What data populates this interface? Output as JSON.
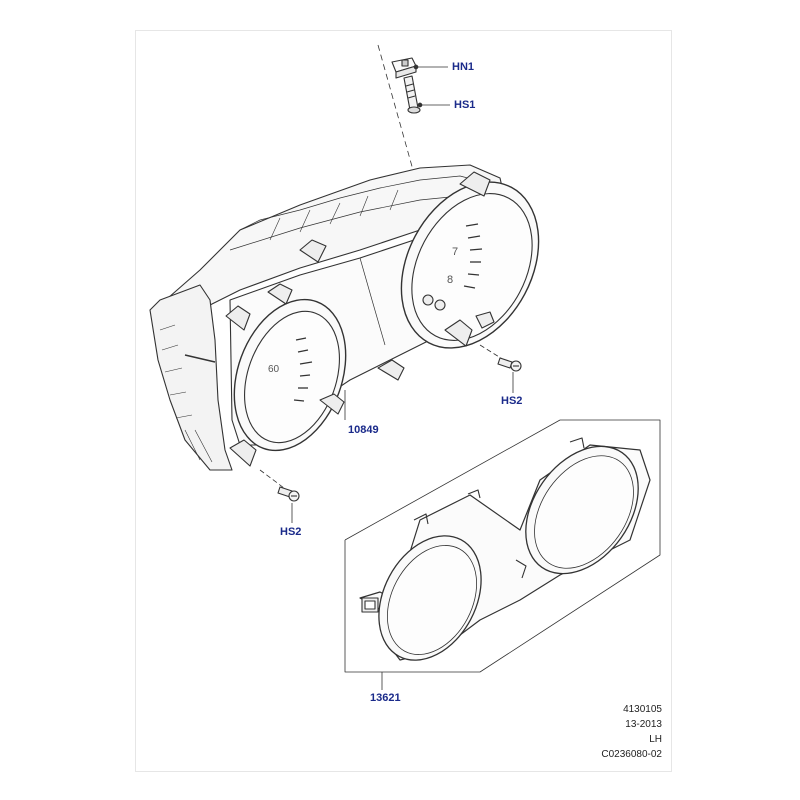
{
  "callouts": {
    "hn1": "HN1",
    "hs1": "HS1",
    "hs2_right": "HS2",
    "cluster": "10849",
    "hs2_left": "HS2",
    "lens": "13621"
  },
  "meta": {
    "line1": "4130105",
    "line2": "13-2013",
    "line3": "LH",
    "line4": "C0236080-02"
  },
  "colors": {
    "callout_text": "#1a2a8a",
    "line": "#333333"
  }
}
